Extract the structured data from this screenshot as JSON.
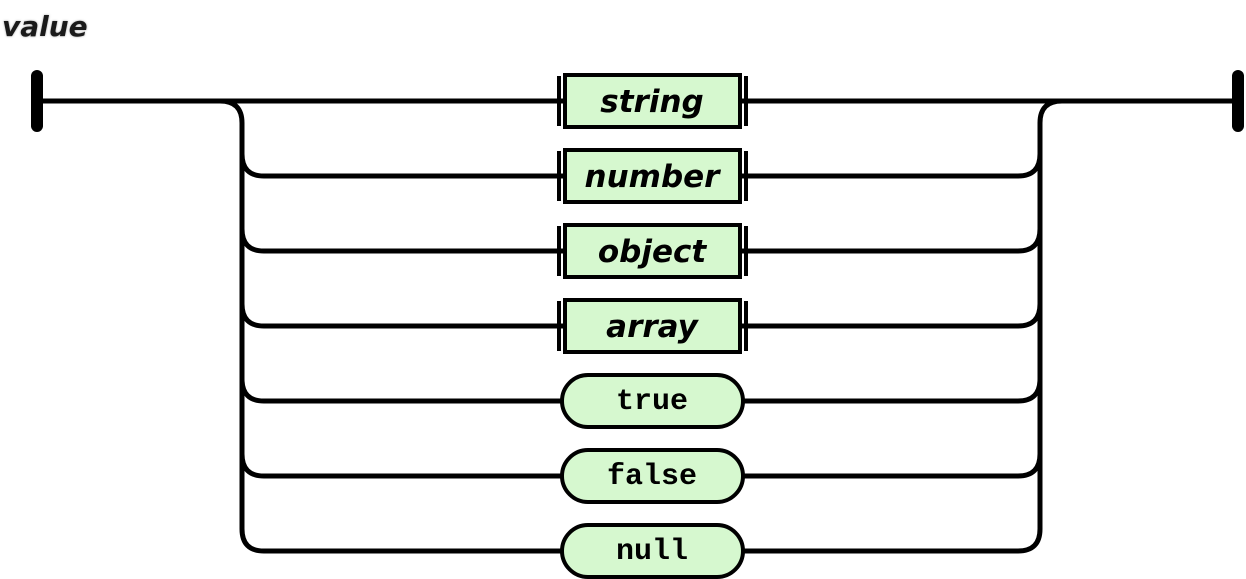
{
  "diagram": {
    "title": "value",
    "type": "railroad-syntax-diagram",
    "branches": [
      {
        "label": "string",
        "kind": "nonterminal"
      },
      {
        "label": "number",
        "kind": "nonterminal"
      },
      {
        "label": "object",
        "kind": "nonterminal"
      },
      {
        "label": "array",
        "kind": "nonterminal"
      },
      {
        "label": "true",
        "kind": "terminal"
      },
      {
        "label": "false",
        "kind": "terminal"
      },
      {
        "label": "null",
        "kind": "terminal"
      }
    ],
    "colors": {
      "node_fill": "#d6f8cf",
      "node_border": "#000000",
      "line": "#000000",
      "background": "#ffffff"
    }
  }
}
